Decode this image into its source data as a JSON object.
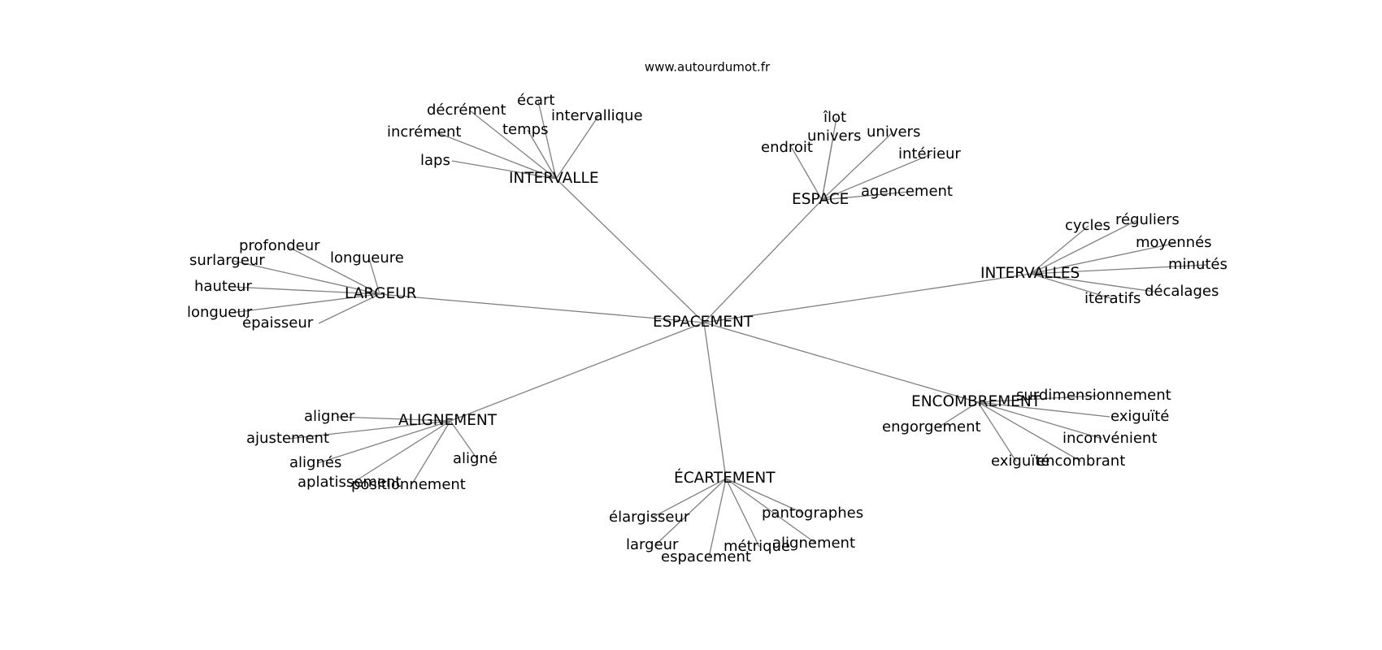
{
  "site": "www.autourdumot.fr",
  "graph": {
    "root": "ESPACEMENT",
    "clusters": [
      {
        "hub": "INTERVALLE",
        "words": [
          "décrément",
          "écart",
          "intervallique",
          "incrément",
          "temps",
          "laps"
        ]
      },
      {
        "hub": "ESPACE",
        "words": [
          "îlot",
          "univers",
          "univers",
          "endroit",
          "intérieur",
          "agencement"
        ]
      },
      {
        "hub": "LARGEUR",
        "words": [
          "profondeur",
          "surlargeur",
          "longueure",
          "hauteur",
          "longueur",
          "épaisseur"
        ]
      },
      {
        "hub": "INTERVALLES",
        "words": [
          "cycles",
          "réguliers",
          "moyennés",
          "minutés",
          "décalages",
          "itératifs"
        ]
      },
      {
        "hub": "ALIGNEMENT",
        "words": [
          "aligner",
          "ajustement",
          "alignés",
          "aligné",
          "aplatissement",
          "positionnement"
        ]
      },
      {
        "hub": "ENCOMBREMENT",
        "words": [
          "surdimensionnement",
          "exiguïté",
          "engorgement",
          "inconvénient",
          "exiguïté",
          "encombrant"
        ]
      },
      {
        "hub": "ÉCARTEMENT",
        "words": [
          "élargisseur",
          "pantographes",
          "largeur",
          "métrique",
          "alignement",
          "espacement"
        ]
      }
    ]
  }
}
